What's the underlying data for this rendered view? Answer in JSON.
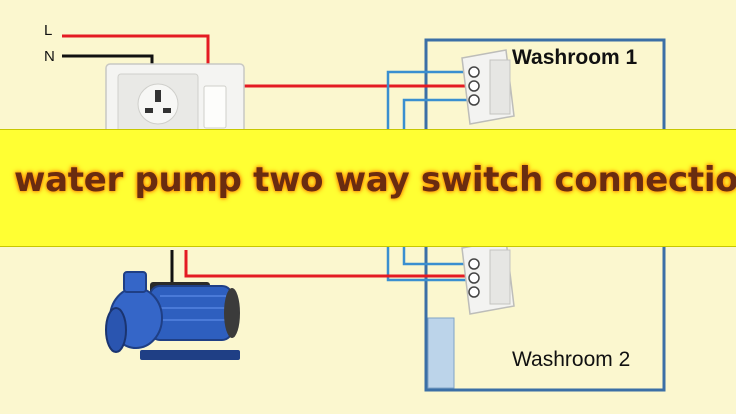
{
  "title": "water pump two way switch connection",
  "supply_labels": {
    "live": "L",
    "neutral": "N"
  },
  "rooms": [
    {
      "name": "Washroom 1"
    },
    {
      "name": "Washroom 2"
    }
  ],
  "components": {
    "socket_panel": "socket-with-switch",
    "switches": [
      "two-way-switch",
      "two-way-switch"
    ],
    "pump": "centrifugal-water-pump"
  },
  "colors": {
    "background": "#fbf7cf",
    "banner": "#ffff33",
    "title_text": "#6a2c10",
    "title_glow": "#ff8a00",
    "live_wire": "#e41b23",
    "neutral_wire": "#111111",
    "strap_wire": "#3a8fd0",
    "room_border": "#3b6fa6",
    "pump_body": "#2e5fbf"
  }
}
